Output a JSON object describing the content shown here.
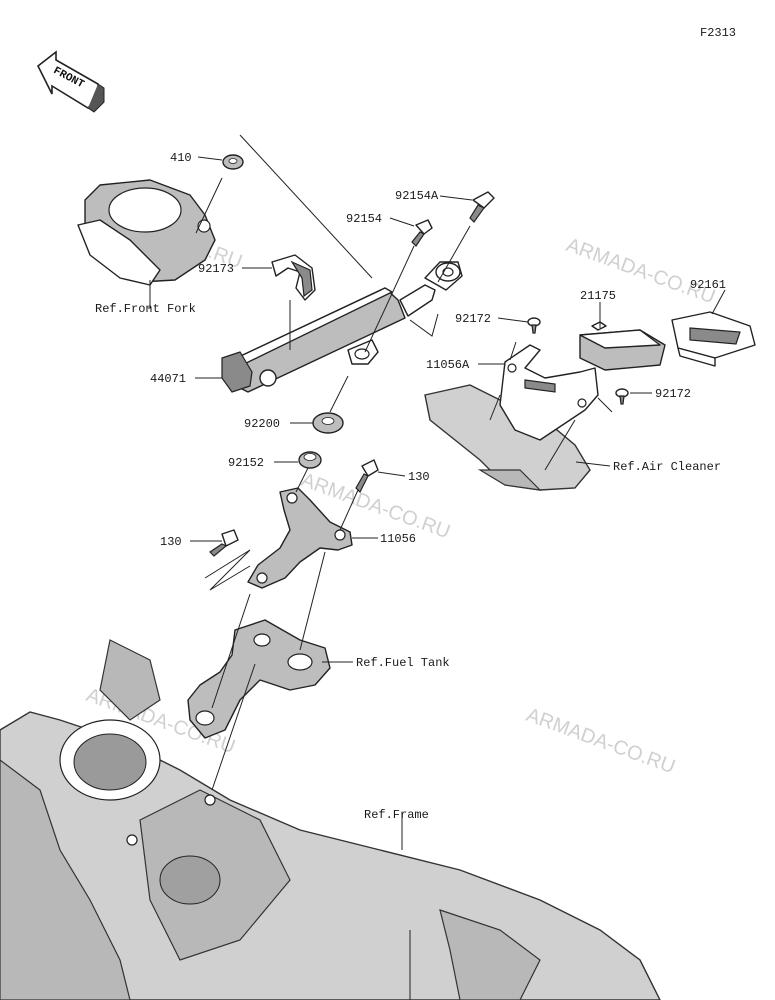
{
  "figure_code": "F2313",
  "front_marker": "FRONT",
  "watermarks": [
    "ARMADA-CO.RU",
    "ARMADA-CO.RU",
    "ARMADA-CO.RU",
    "ARMADA-CO.RU",
    "ARMADA-CO.RU"
  ],
  "part_labels": {
    "p410": "410",
    "p92154a": "92154A",
    "p92154": "92154",
    "p92173": "92173",
    "p44071": "44071",
    "p92200": "92200",
    "p92152": "92152",
    "p130a": "130",
    "p130b": "130",
    "p11056": "11056",
    "p92172a": "92172",
    "p92172b": "92172",
    "p21175": "21175",
    "p92161": "92161",
    "p11056a": "11056A"
  },
  "reference_labels": {
    "front_fork": "Ref.Front Fork",
    "air_cleaner": "Ref.Air Cleaner",
    "fuel_tank": "Ref.Fuel Tank",
    "frame": "Ref.Frame"
  }
}
